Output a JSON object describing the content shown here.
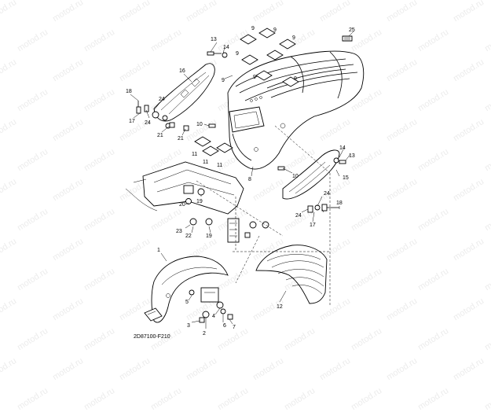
{
  "watermark_text": "motod.ru",
  "diagram_code": "2D87100-F210",
  "callouts": {
    "c1": "1",
    "c2": "2",
    "c3": "3",
    "c4": "4",
    "c5": "5",
    "c6": "6",
    "c7": "7",
    "c8": "8",
    "c9a": "9",
    "c9b": "9",
    "c9c": "9",
    "c9d": "9",
    "c9e": "9",
    "c9f": "9",
    "c9g": "9",
    "c10a": "10",
    "c10b": "10",
    "c11a": "11",
    "c11b": "11",
    "c11c": "11",
    "c12": "12",
    "c13a": "13",
    "c13b": "13",
    "c14a": "14",
    "c14b": "14",
    "c15": "15",
    "c16": "16",
    "c17a": "17",
    "c17b": "17",
    "c18a": "18",
    "c18b": "18",
    "c19a": "19",
    "c19b": "19",
    "c20": "20",
    "c21a": "21",
    "c21b": "21",
    "c22": "22",
    "c23": "23",
    "c24a": "24",
    "c24b": "24",
    "c24c": "24",
    "c24d": "24",
    "c25": "25"
  }
}
